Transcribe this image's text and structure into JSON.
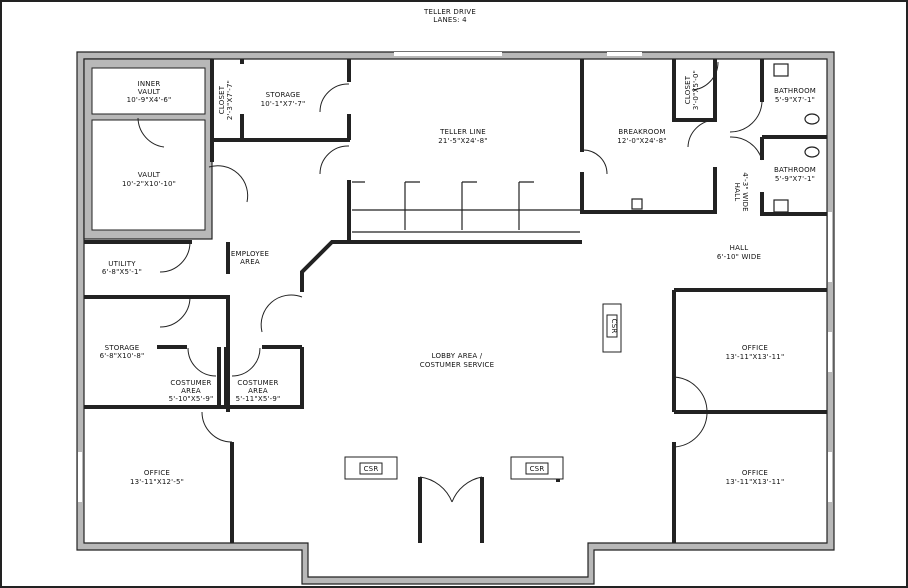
{
  "header": {
    "line1": "TELLER DRIVE",
    "line2": "LANES: 4"
  },
  "rooms": {
    "inner_vault": {
      "name1": "INNER",
      "name2": "VAULT",
      "size": "10'-9\"X4'-6\""
    },
    "vault": {
      "name": "VAULT",
      "size": "10'-2\"X10'-10\""
    },
    "closet_left": {
      "name": "CLOSET",
      "size": "2'-3\"X7'-7\""
    },
    "storage_top": {
      "name": "STORAGE",
      "size": "10'-1\"X7'-7\""
    },
    "teller_line": {
      "name": "TELLER LINE",
      "size": "21'-5\"X24'-8\""
    },
    "breakroom": {
      "name": "BREAKROOM",
      "size": "12'-0\"X24'-8\""
    },
    "closet_right": {
      "name": "CLOSET",
      "size": "3'-0\"X5'-0\""
    },
    "bathroom_1": {
      "name": "BATHROOM",
      "size": "5'-9\"X7'-1\""
    },
    "bathroom_2": {
      "name": "BATHROOM",
      "size": "5'-9\"X7'-1\""
    },
    "hall_narrow": {
      "name": "HALL",
      "size": "4'-3\" WIDE"
    },
    "hall_wide": {
      "name": "HALL",
      "size": "6'-10\" WIDE"
    },
    "employee_area": {
      "name1": "EMPLOYEE",
      "name2": "AREA"
    },
    "utility": {
      "name": "UTILITY",
      "size": "6'-8\"X5'-1\""
    },
    "storage_left": {
      "name": "STORAGE",
      "size": "6'-8\"X10'-8\""
    },
    "costumer_area_1": {
      "name1": "COSTUMER",
      "name2": "AREA",
      "size": "5'-10\"X5'-9\""
    },
    "costumer_area_2": {
      "name1": "COSTUMER",
      "name2": "AREA",
      "size": "5'-11\"X5'-9\""
    },
    "lobby": {
      "name1": "LOBBY AREA /",
      "name2": "COSTUMER SERVICE"
    },
    "office_left": {
      "name": "OFFICE",
      "size": "13'-11\"X12'-5\""
    },
    "office_right_top": {
      "name": "OFFICE",
      "size": "13'-11\"X13'-11\""
    },
    "office_right_bottom": {
      "name": "OFFICE",
      "size": "13'-11\"X13'-11\""
    }
  },
  "csr_desks": [
    "CSR",
    "CSR",
    "CSR"
  ],
  "colors": {
    "wall_fill": "#b8b8b8",
    "line": "#222222"
  }
}
